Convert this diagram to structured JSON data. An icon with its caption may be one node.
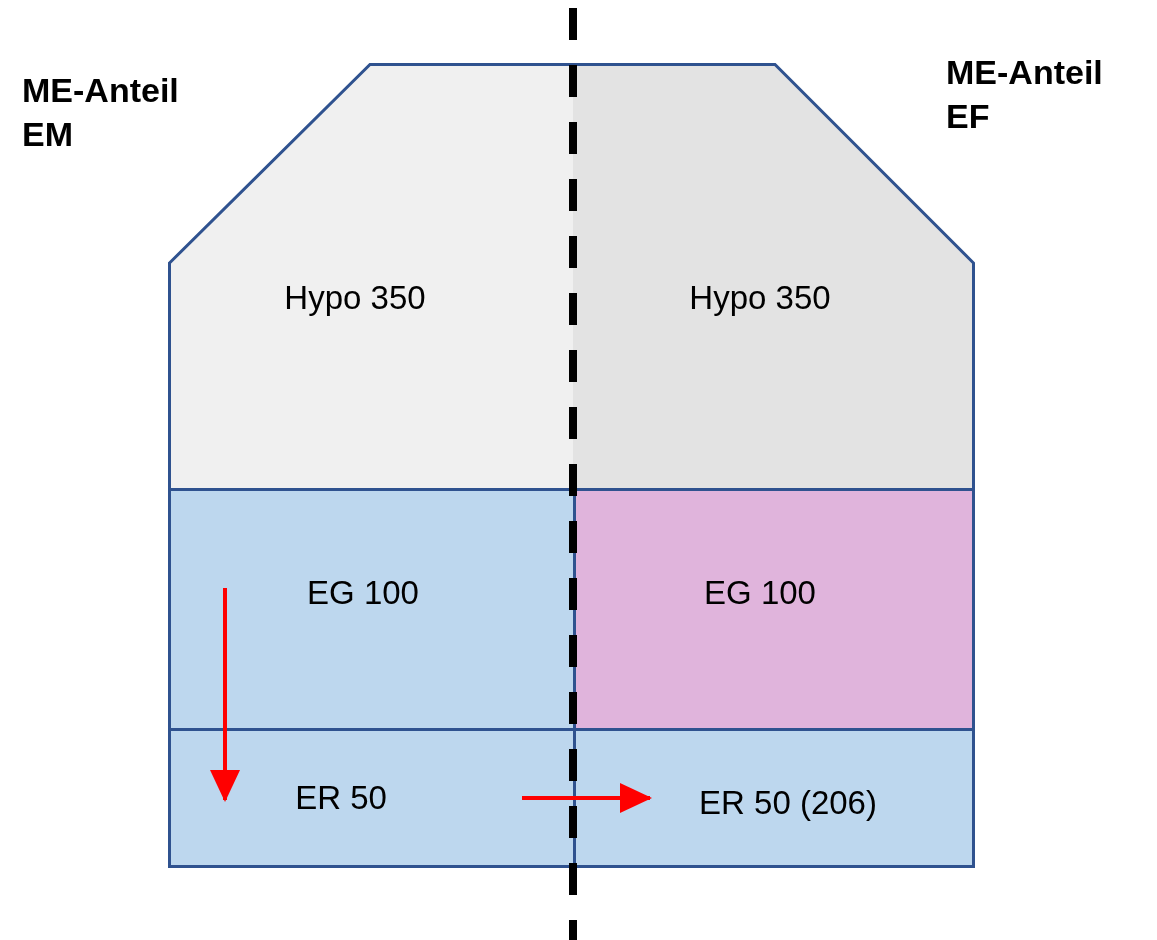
{
  "diagram": {
    "nodes": [
      {
        "text": [
          "Hypo 350"
        ]
      },
      {
        "text": [
          "Hypo 350"
        ]
      },
      {
        "text": [
          "EG 100"
        ]
      },
      {
        "text": [
          "EG 100"
        ]
      },
      {
        "text": [
          "ER 50"
        ]
      },
      {
        "text": [
          "ER 50 (206)"
        ]
      }
    ],
    "edges": [
      {
        "from": 2,
        "to": 4,
        "arrow": "to"
      },
      {
        "from": 4,
        "to": 5,
        "arrow": "to"
      }
    ],
    "labels": [
      "ME-Anteil EM",
      "ME-Anteil EF"
    ]
  }
}
